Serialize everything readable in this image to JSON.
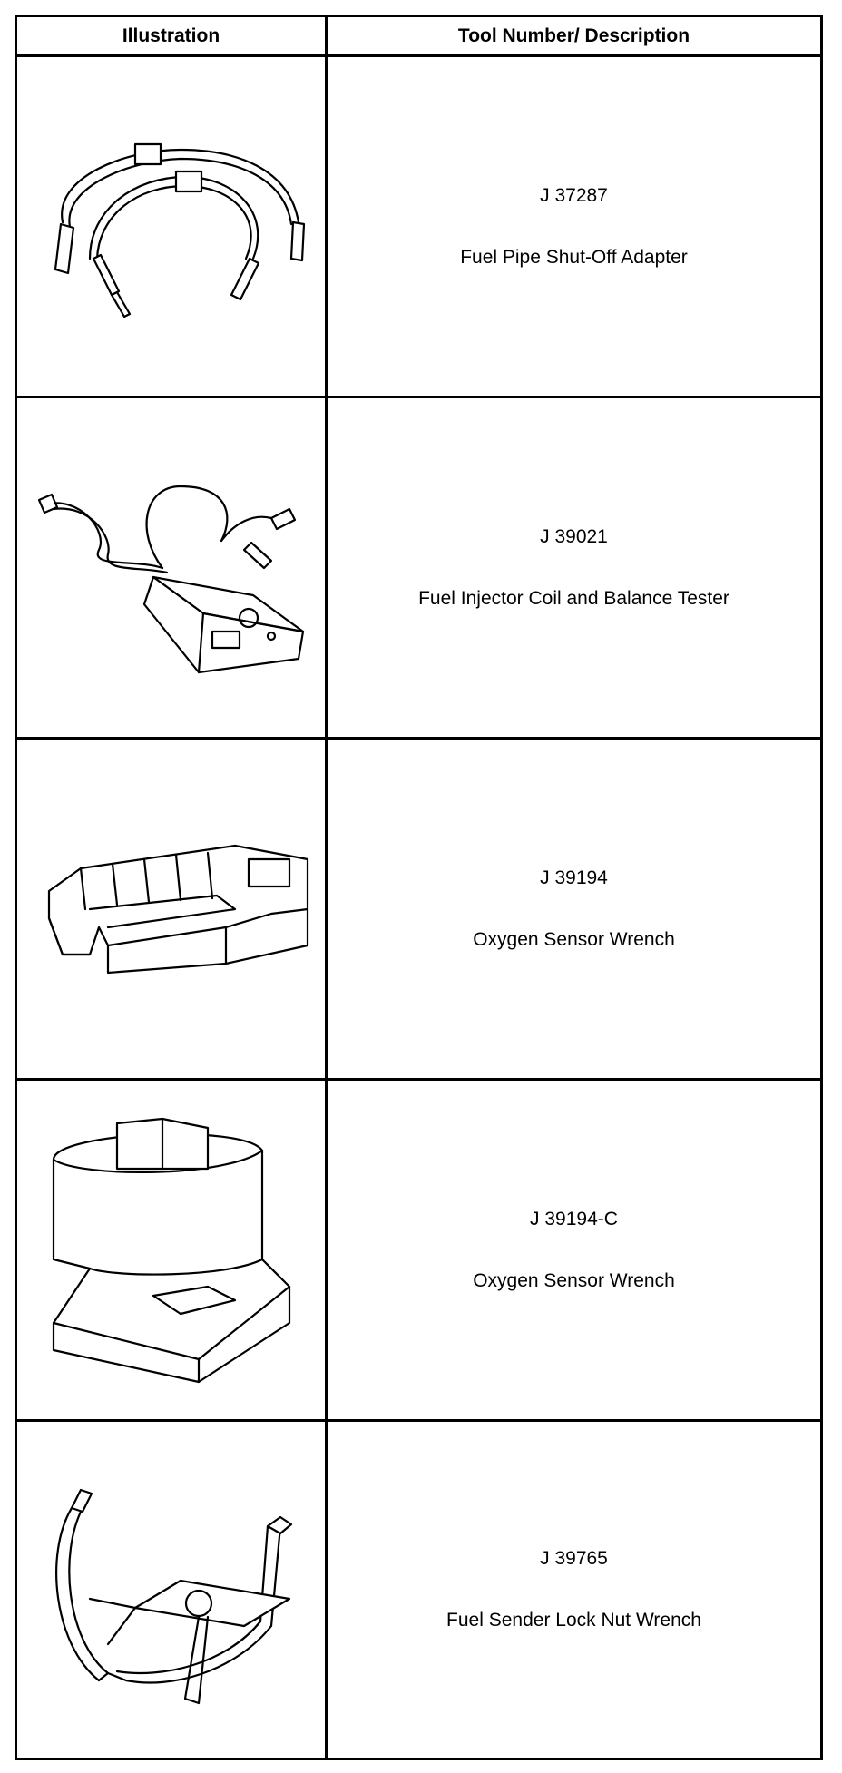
{
  "table": {
    "headers": {
      "illustration": "Illustration",
      "description": "Tool Number/ Description"
    },
    "rows": [
      {
        "tool_number": "J 37287",
        "description": "Fuel Pipe Shut-Off Adapter",
        "icon": "fuel-hose-adapter-icon"
      },
      {
        "tool_number": "J 39021",
        "description": "Fuel Injector Coil and Balance Tester",
        "icon": "injector-tester-icon"
      },
      {
        "tool_number": "J 39194",
        "description": "Oxygen Sensor Wrench",
        "icon": "crowfoot-wrench-icon"
      },
      {
        "tool_number": "J 39194-C",
        "description": "Oxygen Sensor Wrench",
        "icon": "sensor-socket-icon"
      },
      {
        "tool_number": "J 39765",
        "description": "Fuel Sender Lock Nut Wrench",
        "icon": "lock-nut-wrench-icon"
      }
    ]
  }
}
